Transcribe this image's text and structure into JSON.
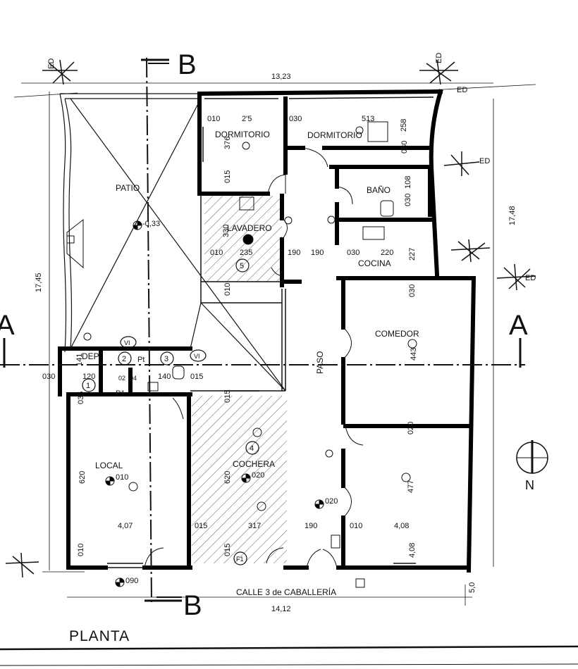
{
  "drawing": {
    "title": "PLANTA",
    "street": "CALLE  3 de CABALLERÍA",
    "section_a": "A",
    "section_b": "B",
    "north": "N",
    "ed_marker": "ED"
  },
  "rooms": {
    "dormitorio1": "DORMITORIO",
    "dormitorio2": "DORMITORIO",
    "bano": "BAÑO",
    "lavadero": "LAVADERO",
    "cocina": "COCINA",
    "patio": "PATIO",
    "comedor": "COMEDOR",
    "paso": "PASO",
    "dep": "DEP",
    "local": "LOCAL",
    "cochera": "COCHERA"
  },
  "dimensions": {
    "top_width": "13,23",
    "bottom_width": "14,12",
    "left_depth": "17,45",
    "right_depth": "17,48",
    "bottom_offset": "5,0",
    "d_010_a": "010",
    "d_2_5": "2'5",
    "d_030_a": "030",
    "d_513": "513",
    "d_376": "376",
    "d_258": "258",
    "d_030_b": "030",
    "d_015_a": "015",
    "d_108": "108",
    "d_030_c": "030",
    "d_330": "330",
    "d_010_b": "010",
    "d_235": "235",
    "d_190_a": "190",
    "d_190_b": "190",
    "d_030_d": "030",
    "d_220": "220",
    "d_227": "227",
    "d_010_c": "010",
    "d_030_e": "030",
    "d_443": "443",
    "d_141": "141",
    "d_030_f": "030",
    "d_120": "120",
    "d_140": "140",
    "d_015_b": "015",
    "d_035": "035",
    "d_015_c": "015",
    "d_020_a": "020",
    "d_620_a": "620",
    "d_620_b": "620",
    "d_477": "477",
    "d_4_07": "4,07",
    "d_015_d": "015",
    "d_317": "317",
    "d_190_c": "190",
    "d_010_d": "010",
    "d_4_08": "4,08",
    "d_010_e": "010",
    "d_015_e": "015",
    "d_4_08b": "4,08"
  },
  "levels": {
    "patio": "-0,33",
    "local": "010",
    "cochera": "020",
    "paso": "020",
    "street": "090"
  },
  "labels": {
    "pt": "Pt",
    "p1": "P1",
    "p2": "02",
    "p3": "04",
    "n1": "1",
    "n2": "2",
    "n3": "3",
    "n4": "4",
    "n5": "5",
    "f1": "F1",
    "vi1": "VI",
    "vi2": "VI"
  }
}
